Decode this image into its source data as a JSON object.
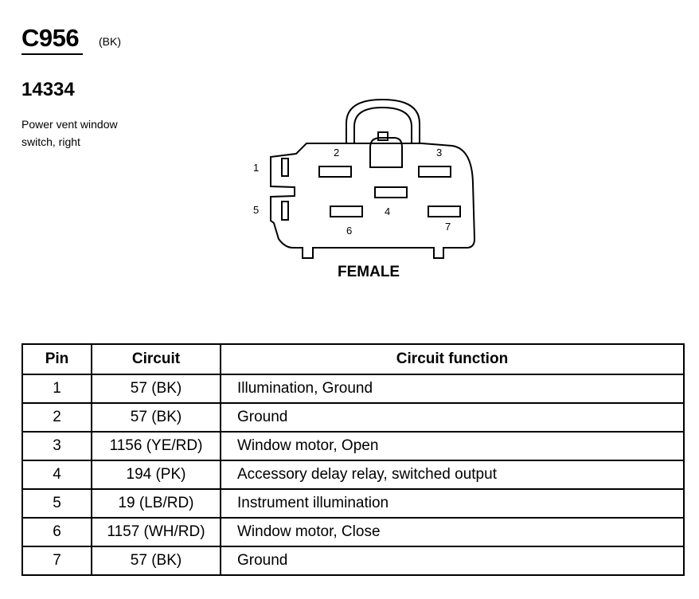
{
  "connector": {
    "id": "C956",
    "color": "(BK)",
    "part_number": "14334",
    "description_line1": "Power vent window",
    "description_line2": "switch, right",
    "gender": "FEMALE"
  },
  "pin_labels": [
    "1",
    "2",
    "3",
    "4",
    "5",
    "6",
    "7"
  ],
  "table": {
    "headers": {
      "pin": "Pin",
      "circuit": "Circuit",
      "function": "Circuit function"
    },
    "rows": [
      {
        "pin": "1",
        "circuit": "57 (BK)",
        "function": "Illumination, Ground"
      },
      {
        "pin": "2",
        "circuit": "57 (BK)",
        "function": "Ground"
      },
      {
        "pin": "3",
        "circuit": "1156 (YE/RD)",
        "function": "Window motor, Open"
      },
      {
        "pin": "4",
        "circuit": "194 (PK)",
        "function": "Accessory delay relay, switched output"
      },
      {
        "pin": "5",
        "circuit": "19 (LB/RD)",
        "function": "Instrument illumination"
      },
      {
        "pin": "6",
        "circuit": "1157 (WH/RD)",
        "function": "Window motor, Close"
      },
      {
        "pin": "7",
        "circuit": "57 (BK)",
        "function": "Ground"
      }
    ]
  }
}
